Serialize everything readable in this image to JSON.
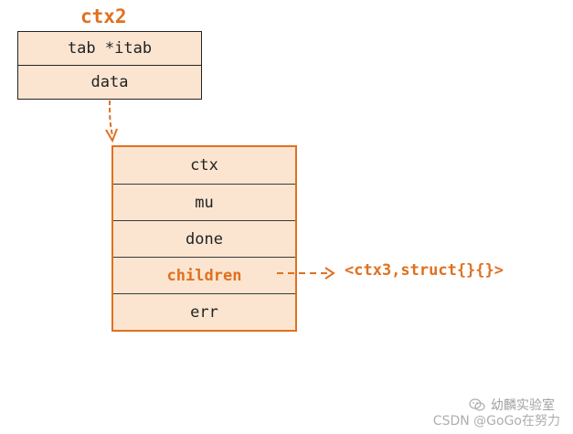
{
  "diagram": {
    "title": "ctx2",
    "outer_struct": {
      "fields": [
        "tab *itab",
        "data"
      ]
    },
    "inner_struct": {
      "fields": [
        "ctx",
        "mu",
        "done",
        "children",
        "err"
      ],
      "highlighted_field": "children"
    },
    "children_target": "<ctx3,struct{}{}>"
  },
  "watermark": {
    "wechat_account": "幼麟实验室",
    "csdn_label": "CSDN @GoGo在努力"
  },
  "colors": {
    "accent": "#e07020",
    "box_fill": "#fbe5d0",
    "outline": "#222222"
  }
}
